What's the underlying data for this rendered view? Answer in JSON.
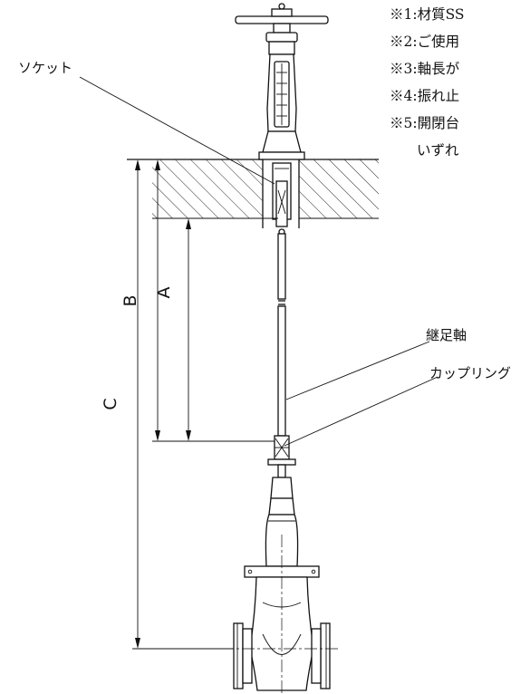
{
  "notes": [
    "※1:材質SS",
    "※2:ご使用",
    "※3:軸長が",
    "※4:振れ止",
    "※5:開閉台",
    "いずれ"
  ],
  "labels": {
    "socket": "ソケット",
    "extension_shaft": "継足軸",
    "coupling": "カップリング"
  },
  "dimensions": {
    "a": "A",
    "b": "B",
    "c": "C"
  }
}
